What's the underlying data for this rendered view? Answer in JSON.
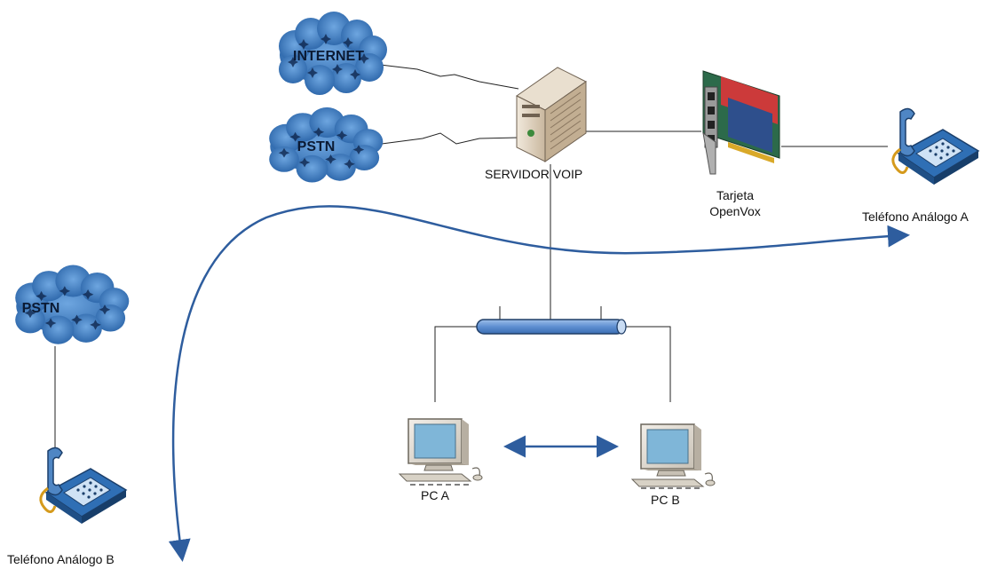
{
  "clouds": {
    "internet": "INTERNET",
    "pstn_top": "PSTN",
    "pstn_left": "PSTN"
  },
  "labels": {
    "server": "SERVIDOR VOIP",
    "card_line1": "Tarjeta",
    "card_line2": "OpenVox",
    "phone_a": "Teléfono Análogo A",
    "phone_b": "Teléfono Análogo B",
    "pc_a": "PC A",
    "pc_b": "PC B"
  },
  "colors": {
    "cloud": "#3d7fc6",
    "arrow": "#2e5d9e",
    "line": "#222222",
    "bus": "#6f9ad6"
  }
}
